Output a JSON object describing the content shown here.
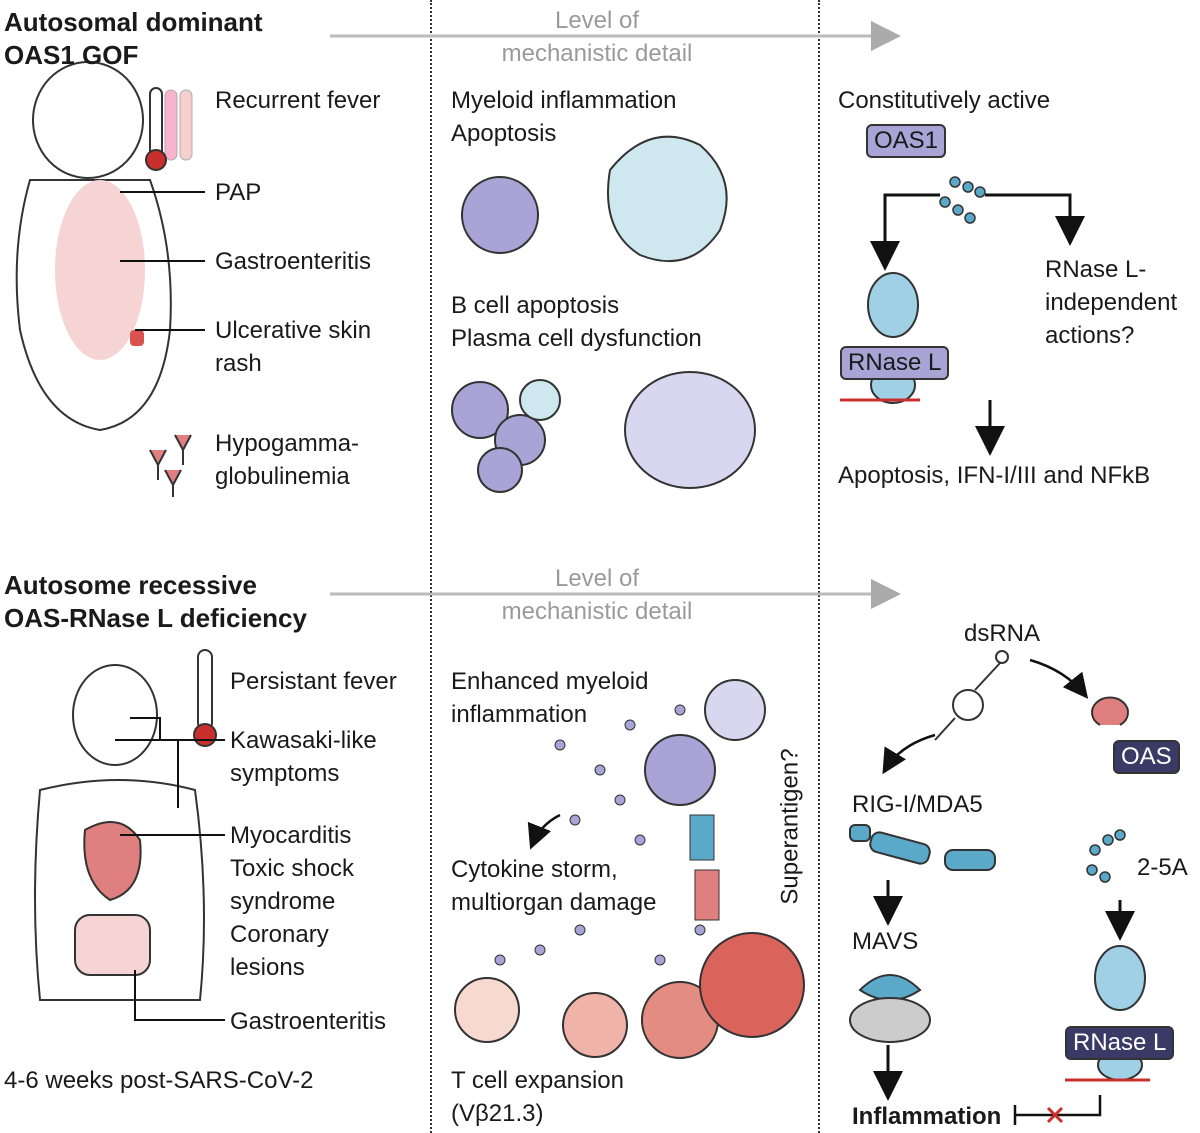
{
  "top": {
    "heading": [
      "Autosomal dominant",
      "OAS1 GOF"
    ],
    "axis_label": [
      "Level of",
      "mechanistic detail"
    ],
    "symptoms": [
      "Recurrent fever",
      "PAP",
      "Gastroenteritis",
      "Ulcerative skin",
      "rash",
      "Hypogamma-",
      "globulinemia"
    ],
    "cells": [
      "Myeloid inflammation",
      "Apoptosis",
      "B cell apoptosis",
      "Plasma cell dysfunction"
    ],
    "mechanism": {
      "title": "Constitutively active",
      "oas1": "OAS1",
      "rnasel": "RNase L",
      "independent": [
        "RNase L-",
        "independent",
        "actions?"
      ],
      "outcome": "Apoptosis, IFN-I/III and NFkB"
    }
  },
  "bottom": {
    "heading": [
      "Autosome recessive",
      "OAS-RNase L deficiency"
    ],
    "axis_label": [
      "Level of",
      "mechanistic detail"
    ],
    "symptoms": [
      "Persistant fever",
      "Kawasaki-like",
      "symptoms",
      "Myocarditis",
      "Toxic shock",
      "syndrome",
      "Coronary",
      "lesions",
      "Gastroenteritis"
    ],
    "timing": "4-6 weeks post-SARS-CoV-2",
    "cells": {
      "myeloid": [
        "Enhanced myeloid",
        "inflammation"
      ],
      "storm": [
        "Cytokine storm,",
        "multiorgan damage"
      ],
      "superantigen": "Superantigen?",
      "tcell": [
        "T cell expansion",
        "(Vβ21.3)"
      ]
    },
    "mechanism": {
      "dsrna": "dsRNA",
      "rig": "RIG-I/MDA5",
      "mavs": "MAVS",
      "oas": "OAS",
      "twofivea": "2-5A",
      "rnasel": "RNase L",
      "inflammation": "Inflammation"
    }
  },
  "colors": {
    "accent_purple": "#a9a3d6",
    "accent_red": "#d9534f",
    "accent_blue": "#5aa9c9",
    "dark_navy": "#3a3a66",
    "gray": "#9a9a9a"
  }
}
